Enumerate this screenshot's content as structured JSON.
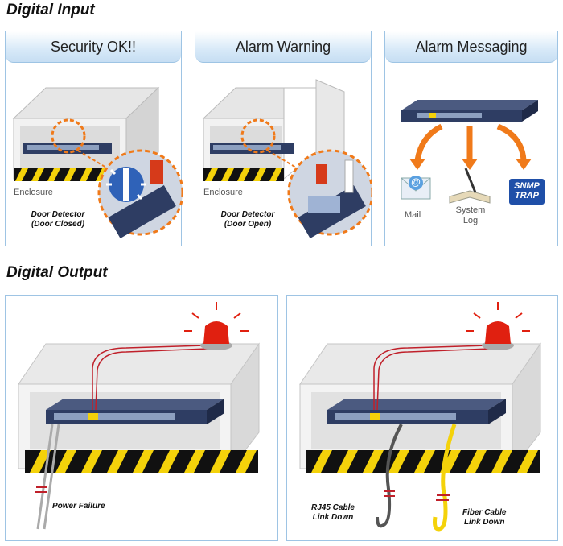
{
  "sections": {
    "input_title": "Digital Input",
    "output_title": "Digital Output"
  },
  "panels": {
    "security": {
      "title": "Security OK!!",
      "enclosure": "Enclosure",
      "detector_line1": "Door Detector",
      "detector_line2": "(Door Closed)"
    },
    "alarm": {
      "title": "Alarm Warning",
      "enclosure": "Enclosure",
      "detector_line1": "Door Detector",
      "detector_line2": "(Door Open)"
    },
    "messaging": {
      "title": "Alarm Messaging",
      "mail": "Mail",
      "syslog_line1": "System",
      "syslog_line2": "Log",
      "snmp_line1": "SNMP",
      "snmp_line2": "TRAP",
      "mail_at": "@"
    }
  },
  "outputs": {
    "power": {
      "label": "Power Failure"
    },
    "link": {
      "rj45_line1": "RJ45 Cable",
      "rj45_line2": "Link Down",
      "fiber_line1": "Fiber Cable",
      "fiber_line2": "Link Down"
    }
  },
  "colors": {
    "panel_border": "#9ec4e4",
    "switch_body": "#2e3d63",
    "warning_yellow": "#f4d20a",
    "alert_orange": "#f07a1a",
    "beacon_red": "#e02010",
    "snmp_blue": "#1f4fa8"
  }
}
